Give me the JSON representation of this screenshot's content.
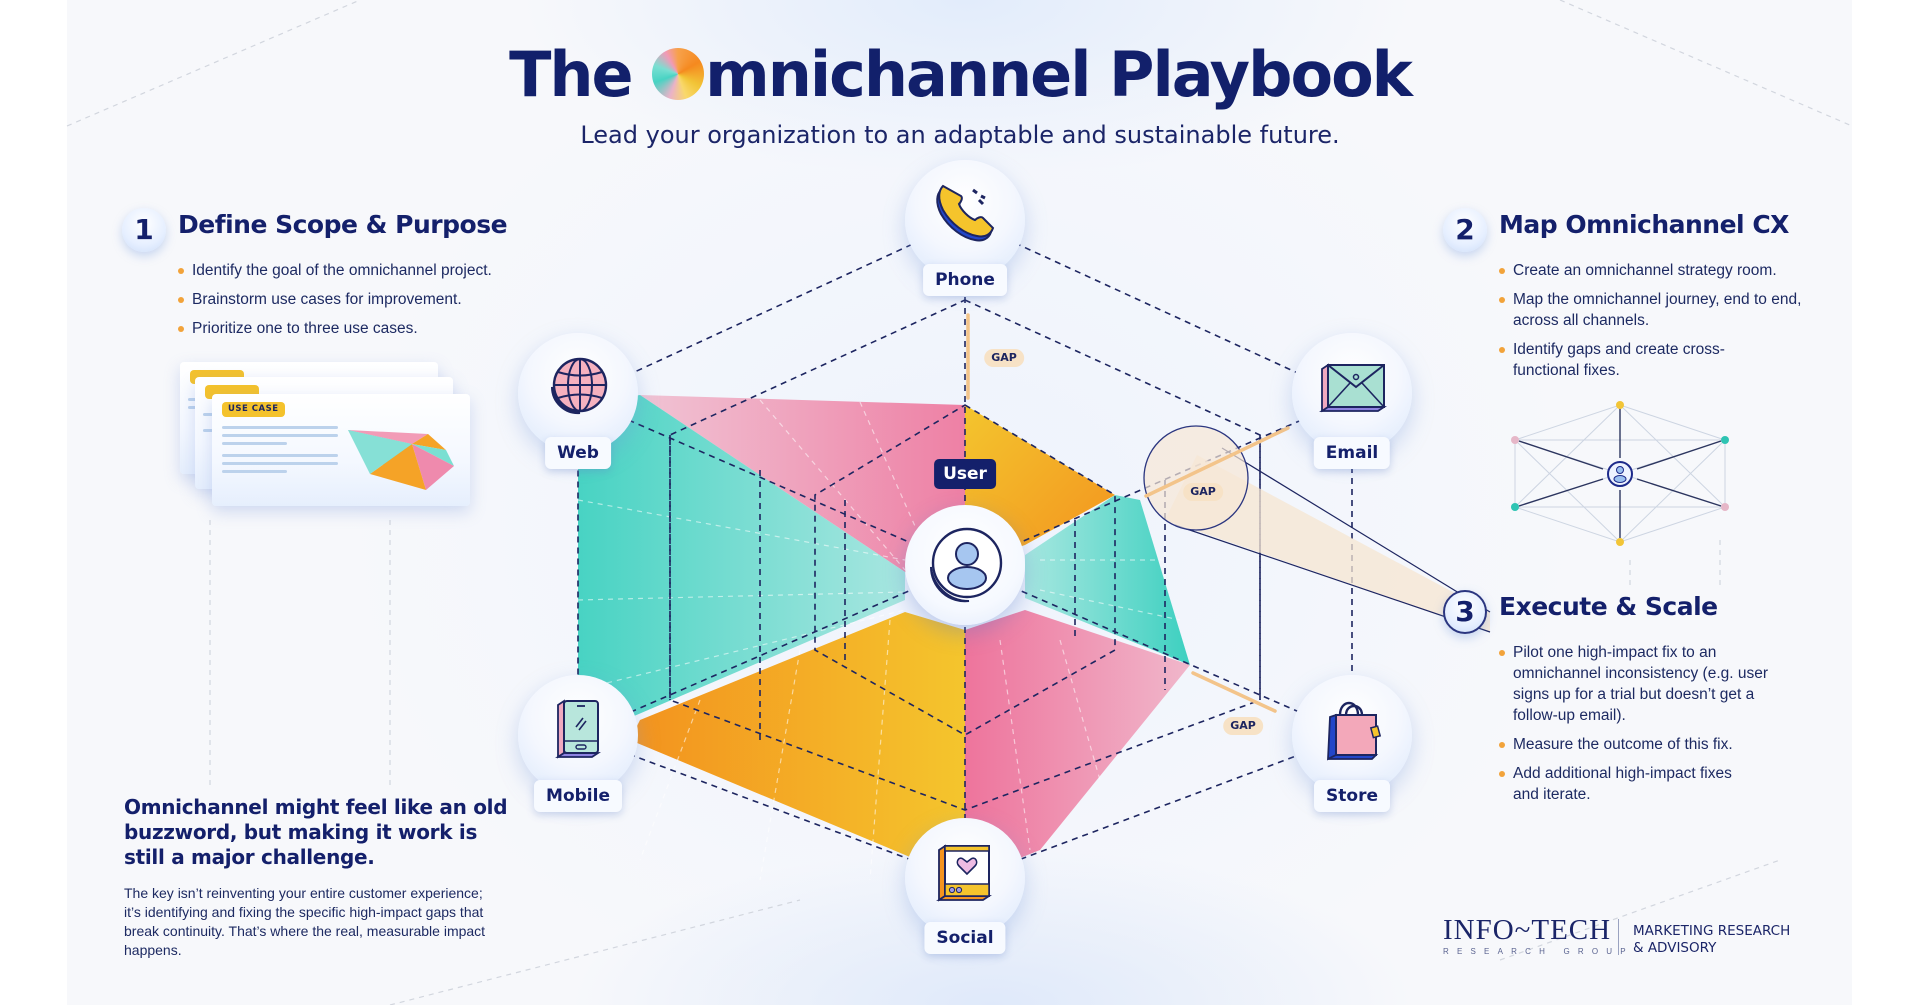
{
  "header": {
    "title_before": "The ",
    "title_after": "mnichannel Playbook",
    "title_full": "The Omnichannel Playbook",
    "subtitle": "Lead your organization to an adaptable and sustainable future."
  },
  "steps": [
    {
      "number": "1",
      "heading": "Define Scope & Purpose",
      "bullets": [
        "Identify the goal of the omnichannel project.",
        "Brainstorm use cases for improvement.",
        "Prioritize one to three use cases."
      ]
    },
    {
      "number": "2",
      "heading": "Map Omnichannel CX",
      "bullets": [
        "Create an omnichannel strategy room.",
        "Map the omnichannel journey, end to end, across all channels.",
        "Identify gaps and create cross-functional fixes."
      ]
    },
    {
      "number": "3",
      "heading": "Execute & Scale",
      "bullets": [
        "Pilot one high-impact fix to an omnichannel inconsistency (e.g. user signs up for a trial but doesn’t get a follow-up email).",
        "Measure the outcome of this fix.",
        "Add additional high-impact fixes and iterate."
      ]
    }
  ],
  "use_case_card": {
    "tag": "USE CASE"
  },
  "callout": {
    "heading": "Omnichannel might feel like an old buzzword, but making it work is still a major challenge.",
    "body": "The key isn’t reinventing your entire customer experience; it’s identifying and fixing the specific high-impact gaps that break continuity. That’s where the real, measurable impact happens."
  },
  "diagram": {
    "center": {
      "label": "User",
      "icon": "user-icon"
    },
    "channels": [
      {
        "label": "Phone",
        "icon": "phone-icon"
      },
      {
        "label": "Email",
        "icon": "email-icon"
      },
      {
        "label": "Store",
        "icon": "shopping-bag-icon"
      },
      {
        "label": "Social",
        "icon": "social-app-icon"
      },
      {
        "label": "Mobile",
        "icon": "mobile-phone-icon"
      },
      {
        "label": "Web",
        "icon": "globe-icon"
      }
    ],
    "gap_label": "GAP",
    "gaps": [
      {
        "between": "Phone",
        "label": "GAP"
      },
      {
        "between": "Email",
        "label": "GAP",
        "highlighted": true
      },
      {
        "between": "Store",
        "label": "GAP"
      }
    ],
    "colors": {
      "teal": "#48d3c3",
      "pink": "#ef7fa6",
      "orange": "#f5941f",
      "yellow": "#f3c52e",
      "navy": "#14206b",
      "gap": "#f3c48a"
    }
  },
  "footer": {
    "brand": "INFO~TECH",
    "brand_sub": "RESEARCH GROUP",
    "division_line1": "MARKETING RESEARCH",
    "division_line2": "& ADVISORY"
  }
}
